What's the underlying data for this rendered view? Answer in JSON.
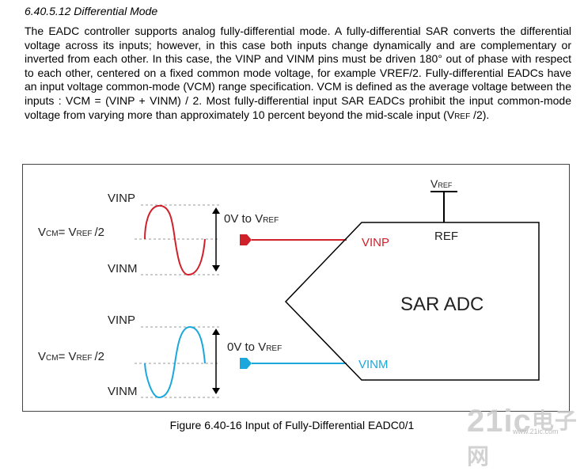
{
  "section": {
    "heading": "6.40.5.12 Differential Mode",
    "paragraph": {
      "before_vref": "The EADC controller supports analog fully-differential mode. A fully-differential SAR converts the differential voltage across its inputs; however, in this case both inputs change dynamically and are complementary or inverted from each other. In this case, the VINP and VINM pins must be driven 180° out of phase with respect to each other, centered on a fixed common mode voltage, for example VREF/2. Fully-differential EADCs have an input voltage common-mode (VCM) range specification. VCM is defined as the average voltage between the inputs : VCM = (VINP + VINM) / 2. Most fully-differential input SAR EADCs prohibit the input common-mode voltage from varying more than approximately 10 percent beyond the mid-scale input (V",
      "vref_sub": "REF",
      "after_vref": " /2)."
    }
  },
  "figure": {
    "top_vinp": "VINP",
    "top_vinm": "VINM",
    "bottom_vinp": "VINP",
    "bottom_vinm": "VINM",
    "vcm_main": "V",
    "vcm_sub": "CM",
    "vcm_eq": "= V",
    "vref_sub": "REF",
    "vcm_tail": "/2",
    "range_main": "0V to V",
    "range_sub": "REF",
    "adc_vinp": "VINP",
    "adc_vinm": "VINM",
    "adc_ref": "REF",
    "adc_title": "SAR ADC",
    "vref_top_main": "V",
    "vref_top_sub": "REF",
    "colors": {
      "red": "#d0202a",
      "blue": "#1aa8dc",
      "dash": "#999999"
    }
  },
  "caption": "Figure 6.40-16 Input of Fully-Differential EADC0/1",
  "watermark": {
    "digits": "21ic",
    "cjk": "电子网",
    "url": "www.21ic.com"
  }
}
